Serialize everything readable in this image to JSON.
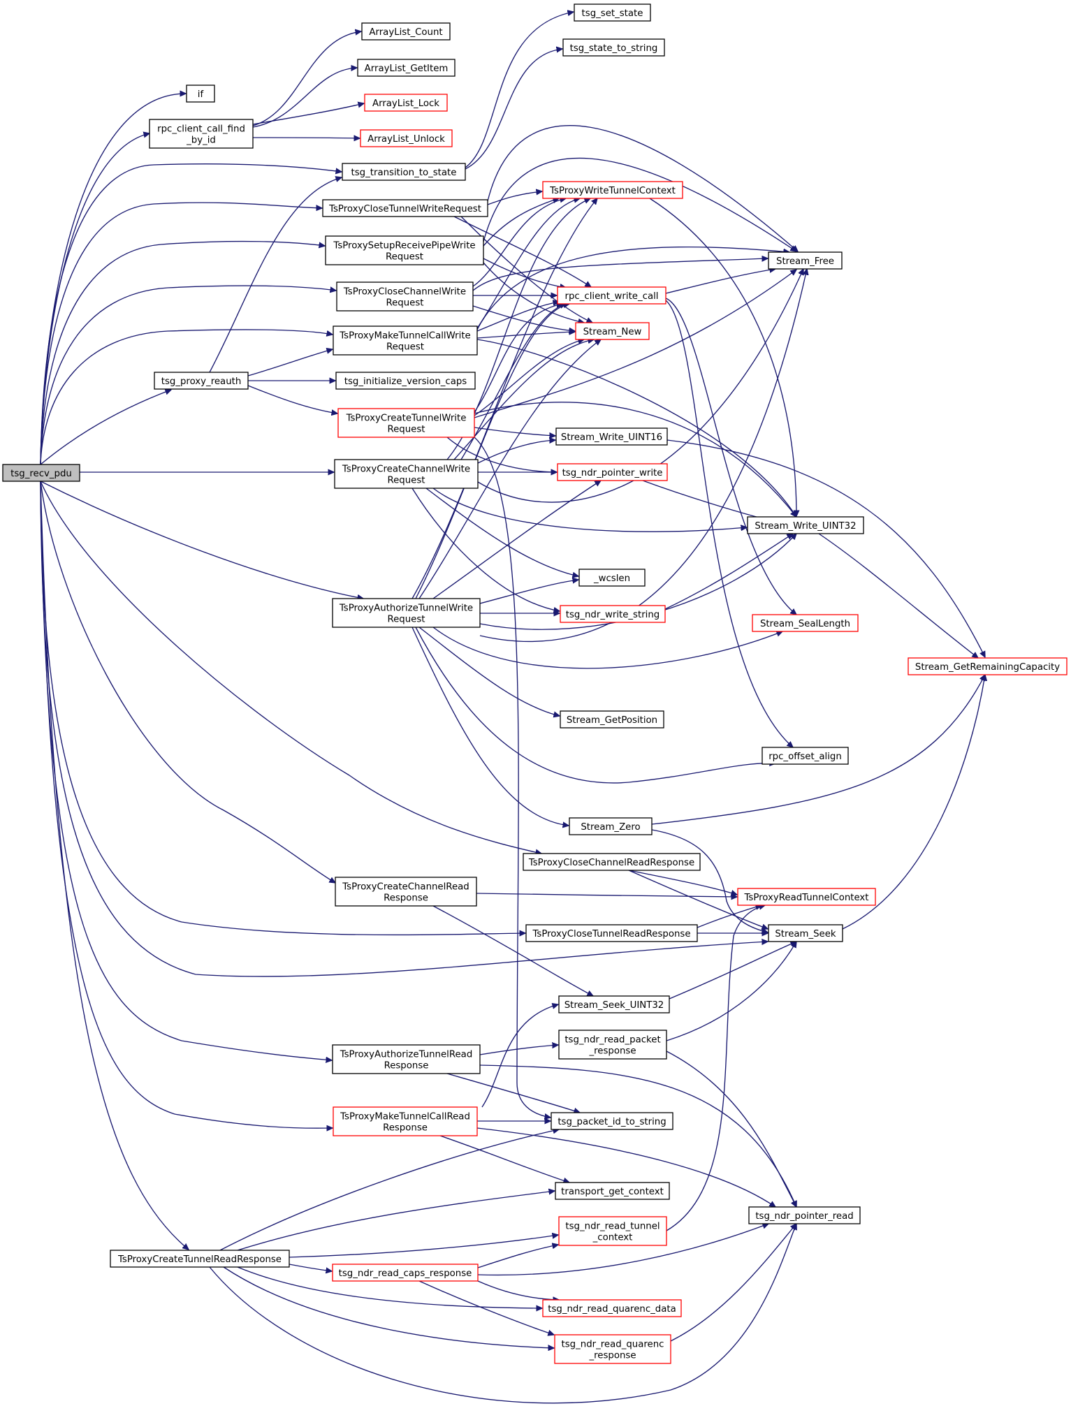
{
  "graph": {
    "title": "",
    "colors": {
      "edge": "#191970",
      "node_border": "#000000",
      "node_border_external": "#ff0000",
      "node_fill": "#ffffff",
      "focus_fill": "#bfbfbf",
      "text": "#000000"
    },
    "nodes": [
      {
        "id": "tsg_recv_pdu",
        "lines": [
          "tsg_recv_pdu"
        ],
        "kind": "focus"
      },
      {
        "id": "if",
        "lines": [
          "if"
        ],
        "kind": "normal"
      },
      {
        "id": "rpc_client_call_find_by_id",
        "lines": [
          "rpc_client_call_find",
          "_by_id"
        ],
        "kind": "normal"
      },
      {
        "id": "tsg_transition_to_state",
        "lines": [
          "tsg_transition_to_state"
        ],
        "kind": "normal"
      },
      {
        "id": "TsProxyCloseTunnelWriteRequest",
        "lines": [
          "TsProxyCloseTunnelWriteRequest"
        ],
        "kind": "normal"
      },
      {
        "id": "TsProxySetupReceivePipeWriteRequest",
        "lines": [
          "TsProxySetupReceivePipeWrite",
          "Request"
        ],
        "kind": "normal"
      },
      {
        "id": "TsProxyCloseChannelWriteRequest",
        "lines": [
          "TsProxyCloseChannelWrite",
          "Request"
        ],
        "kind": "normal"
      },
      {
        "id": "TsProxyMakeTunnelCallWriteRequest",
        "lines": [
          "TsProxyMakeTunnelCallWrite",
          "Request"
        ],
        "kind": "normal"
      },
      {
        "id": "tsg_proxy_reauth",
        "lines": [
          "tsg_proxy_reauth"
        ],
        "kind": "normal"
      },
      {
        "id": "tsg_initialize_version_caps",
        "lines": [
          "tsg_initialize_version_caps"
        ],
        "kind": "normal"
      },
      {
        "id": "TsProxyCreateTunnelWriteRequest",
        "lines": [
          "TsProxyCreateTunnelWrite",
          "Request"
        ],
        "kind": "external"
      },
      {
        "id": "TsProxyCreateChannelWriteRequest",
        "lines": [
          "TsProxyCreateChannelWrite",
          "Request"
        ],
        "kind": "normal"
      },
      {
        "id": "TsProxyAuthorizeTunnelWriteRequest",
        "lines": [
          "TsProxyAuthorizeTunnelWrite",
          "Request"
        ],
        "kind": "normal"
      },
      {
        "id": "TsProxyCreateChannelReadResponse",
        "lines": [
          "TsProxyCreateChannelRead",
          "Response"
        ],
        "kind": "normal"
      },
      {
        "id": "TsProxyAuthorizeTunnelReadResponse",
        "lines": [
          "TsProxyAuthorizeTunnelRead",
          "Response"
        ],
        "kind": "normal"
      },
      {
        "id": "TsProxyMakeTunnelCallReadResponse",
        "lines": [
          "TsProxyMakeTunnelCallRead",
          "Response"
        ],
        "kind": "external"
      },
      {
        "id": "TsProxyCreateTunnelReadResponse",
        "lines": [
          "TsProxyCreateTunnelReadResponse"
        ],
        "kind": "normal"
      },
      {
        "id": "ArrayList_Count",
        "lines": [
          "ArrayList_Count"
        ],
        "kind": "normal"
      },
      {
        "id": "ArrayList_GetItem",
        "lines": [
          "ArrayList_GetItem"
        ],
        "kind": "normal"
      },
      {
        "id": "ArrayList_Lock",
        "lines": [
          "ArrayList_Lock"
        ],
        "kind": "external"
      },
      {
        "id": "ArrayList_Unlock",
        "lines": [
          "ArrayList_Unlock"
        ],
        "kind": "external"
      },
      {
        "id": "tsg_set_state",
        "lines": [
          "tsg_set_state"
        ],
        "kind": "normal"
      },
      {
        "id": "tsg_state_to_string",
        "lines": [
          "tsg_state_to_string"
        ],
        "kind": "normal"
      },
      {
        "id": "TsProxyWriteTunnelContext",
        "lines": [
          "TsProxyWriteTunnelContext"
        ],
        "kind": "external"
      },
      {
        "id": "rpc_client_write_call",
        "lines": [
          "rpc_client_write_call"
        ],
        "kind": "external"
      },
      {
        "id": "Stream_New",
        "lines": [
          "Stream_New"
        ],
        "kind": "external"
      },
      {
        "id": "Stream_Write_UINT16",
        "lines": [
          "Stream_Write_UINT16"
        ],
        "kind": "normal"
      },
      {
        "id": "tsg_ndr_pointer_write",
        "lines": [
          "tsg_ndr_pointer_write"
        ],
        "kind": "external"
      },
      {
        "id": "_wcslen",
        "lines": [
          "_wcslen"
        ],
        "kind": "normal"
      },
      {
        "id": "tsg_ndr_write_string",
        "lines": [
          "tsg_ndr_write_string"
        ],
        "kind": "external"
      },
      {
        "id": "Stream_GetPosition",
        "lines": [
          "Stream_GetPosition"
        ],
        "kind": "normal"
      },
      {
        "id": "Stream_Zero",
        "lines": [
          "Stream_Zero"
        ],
        "kind": "normal"
      },
      {
        "id": "TsProxyCloseChannelReadResponse",
        "lines": [
          "TsProxyCloseChannelReadResponse"
        ],
        "kind": "normal"
      },
      {
        "id": "TsProxyCloseTunnelReadResponse",
        "lines": [
          "TsProxyCloseTunnelReadResponse"
        ],
        "kind": "normal"
      },
      {
        "id": "Stream_Seek_UINT32",
        "lines": [
          "Stream_Seek_UINT32"
        ],
        "kind": "normal"
      },
      {
        "id": "tsg_ndr_read_packet_response",
        "lines": [
          "tsg_ndr_read_packet",
          "_response"
        ],
        "kind": "normal"
      },
      {
        "id": "tsg_packet_id_to_string",
        "lines": [
          "tsg_packet_id_to_string"
        ],
        "kind": "normal"
      },
      {
        "id": "transport_get_context",
        "lines": [
          "transport_get_context"
        ],
        "kind": "normal"
      },
      {
        "id": "tsg_ndr_read_tunnel_context",
        "lines": [
          "tsg_ndr_read_tunnel",
          "_context"
        ],
        "kind": "external"
      },
      {
        "id": "tsg_ndr_read_caps_response",
        "lines": [
          "tsg_ndr_read_caps_response"
        ],
        "kind": "external"
      },
      {
        "id": "tsg_ndr_read_quarenc_data",
        "lines": [
          "tsg_ndr_read_quarenc_data"
        ],
        "kind": "external"
      },
      {
        "id": "tsg_ndr_read_quarenc_response",
        "lines": [
          "tsg_ndr_read_quarenc",
          "_response"
        ],
        "kind": "external"
      },
      {
        "id": "Stream_Free",
        "lines": [
          "Stream_Free"
        ],
        "kind": "normal"
      },
      {
        "id": "Stream_Write_UINT32",
        "lines": [
          "Stream_Write_UINT32"
        ],
        "kind": "normal"
      },
      {
        "id": "Stream_SealLength",
        "lines": [
          "Stream_SealLength"
        ],
        "kind": "external"
      },
      {
        "id": "rpc_offset_align",
        "lines": [
          "rpc_offset_align"
        ],
        "kind": "normal"
      },
      {
        "id": "Stream_GetRemainingCapacity",
        "lines": [
          "Stream_GetRemainingCapacity"
        ],
        "kind": "external"
      },
      {
        "id": "TsProxyReadTunnelContext",
        "lines": [
          "TsProxyReadTunnelContext"
        ],
        "kind": "external"
      },
      {
        "id": "Stream_Seek",
        "lines": [
          "Stream_Seek"
        ],
        "kind": "normal"
      },
      {
        "id": "tsg_ndr_pointer_read",
        "lines": [
          "tsg_ndr_pointer_read"
        ],
        "kind": "normal"
      }
    ],
    "edges": [
      [
        "tsg_recv_pdu",
        "if"
      ],
      [
        "tsg_recv_pdu",
        "rpc_client_call_find_by_id"
      ],
      [
        "tsg_recv_pdu",
        "tsg_transition_to_state"
      ],
      [
        "tsg_recv_pdu",
        "TsProxyCloseTunnelWriteRequest"
      ],
      [
        "tsg_recv_pdu",
        "TsProxySetupReceivePipeWriteRequest"
      ],
      [
        "tsg_recv_pdu",
        "TsProxyCloseChannelWriteRequest"
      ],
      [
        "tsg_recv_pdu",
        "TsProxyMakeTunnelCallWriteRequest"
      ],
      [
        "tsg_recv_pdu",
        "tsg_proxy_reauth"
      ],
      [
        "tsg_recv_pdu",
        "TsProxyCreateChannelWriteRequest"
      ],
      [
        "tsg_recv_pdu",
        "TsProxyAuthorizeTunnelWriteRequest"
      ],
      [
        "tsg_recv_pdu",
        "TsProxyCloseChannelReadResponse"
      ],
      [
        "tsg_recv_pdu",
        "TsProxyCreateChannelReadResponse"
      ],
      [
        "tsg_recv_pdu",
        "TsProxyCloseTunnelReadResponse"
      ],
      [
        "tsg_recv_pdu",
        "Stream_Seek"
      ],
      [
        "tsg_recv_pdu",
        "TsProxyAuthorizeTunnelReadResponse"
      ],
      [
        "tsg_recv_pdu",
        "TsProxyMakeTunnelCallReadResponse"
      ],
      [
        "tsg_recv_pdu",
        "TsProxyCreateTunnelReadResponse"
      ],
      [
        "rpc_client_call_find_by_id",
        "ArrayList_Count"
      ],
      [
        "rpc_client_call_find_by_id",
        "ArrayList_GetItem"
      ],
      [
        "rpc_client_call_find_by_id",
        "ArrayList_Lock"
      ],
      [
        "rpc_client_call_find_by_id",
        "ArrayList_Unlock"
      ],
      [
        "tsg_transition_to_state",
        "tsg_set_state"
      ],
      [
        "tsg_transition_to_state",
        "tsg_state_to_string"
      ],
      [
        "TsProxyCloseTunnelWriteRequest",
        "TsProxyWriteTunnelContext"
      ],
      [
        "TsProxyCloseTunnelWriteRequest",
        "rpc_client_write_call"
      ],
      [
        "TsProxyCloseTunnelWriteRequest",
        "Stream_Free"
      ],
      [
        "TsProxyCloseTunnelWriteRequest",
        "Stream_New"
      ],
      [
        "TsProxySetupReceivePipeWriteRequest",
        "TsProxyWriteTunnelContext"
      ],
      [
        "TsProxySetupReceivePipeWriteRequest",
        "rpc_client_write_call"
      ],
      [
        "TsProxySetupReceivePipeWriteRequest",
        "Stream_Free"
      ],
      [
        "TsProxySetupReceivePipeWriteRequest",
        "Stream_New"
      ],
      [
        "TsProxyCloseChannelWriteRequest",
        "TsProxyWriteTunnelContext"
      ],
      [
        "TsProxyCloseChannelWriteRequest",
        "rpc_client_write_call"
      ],
      [
        "TsProxyCloseChannelWriteRequest",
        "Stream_Free"
      ],
      [
        "TsProxyCloseChannelWriteRequest",
        "Stream_New"
      ],
      [
        "TsProxyMakeTunnelCallWriteRequest",
        "TsProxyWriteTunnelContext"
      ],
      [
        "TsProxyMakeTunnelCallWriteRequest",
        "rpc_client_write_call"
      ],
      [
        "TsProxyMakeTunnelCallWriteRequest",
        "Stream_Free"
      ],
      [
        "TsProxyMakeTunnelCallWriteRequest",
        "Stream_New"
      ],
      [
        "TsProxyMakeTunnelCallWriteRequest",
        "Stream_Write_UINT32"
      ],
      [
        "tsg_proxy_reauth",
        "tsg_transition_to_state"
      ],
      [
        "tsg_proxy_reauth",
        "TsProxyMakeTunnelCallWriteRequest"
      ],
      [
        "tsg_proxy_reauth",
        "tsg_initialize_version_caps"
      ],
      [
        "tsg_proxy_reauth",
        "TsProxyCreateTunnelWriteRequest"
      ],
      [
        "TsProxyCreateTunnelWriteRequest",
        "rpc_client_write_call"
      ],
      [
        "TsProxyCreateTunnelWriteRequest",
        "Stream_New"
      ],
      [
        "TsProxyCreateTunnelWriteRequest",
        "Stream_Free"
      ],
      [
        "TsProxyCreateTunnelWriteRequest",
        "Stream_Write_UINT16"
      ],
      [
        "TsProxyCreateTunnelWriteRequest",
        "tsg_ndr_pointer_write"
      ],
      [
        "TsProxyCreateTunnelWriteRequest",
        "Stream_Write_UINT32"
      ],
      [
        "TsProxyCreateTunnelWriteRequest",
        "tsg_packet_id_to_string"
      ],
      [
        "TsProxyCreateChannelWriteRequest",
        "TsProxyWriteTunnelContext"
      ],
      [
        "TsProxyCreateChannelWriteRequest",
        "rpc_client_write_call"
      ],
      [
        "TsProxyCreateChannelWriteRequest",
        "Stream_New"
      ],
      [
        "TsProxyCreateChannelWriteRequest",
        "Stream_Free"
      ],
      [
        "TsProxyCreateChannelWriteRequest",
        "Stream_Write_UINT16"
      ],
      [
        "TsProxyCreateChannelWriteRequest",
        "tsg_ndr_pointer_write"
      ],
      [
        "TsProxyCreateChannelWriteRequest",
        "Stream_Write_UINT32"
      ],
      [
        "TsProxyCreateChannelWriteRequest",
        "_wcslen"
      ],
      [
        "TsProxyCreateChannelWriteRequest",
        "tsg_ndr_write_string"
      ],
      [
        "TsProxyAuthorizeTunnelWriteRequest",
        "TsProxyWriteTunnelContext"
      ],
      [
        "TsProxyAuthorizeTunnelWriteRequest",
        "rpc_client_write_call"
      ],
      [
        "TsProxyAuthorizeTunnelWriteRequest",
        "Stream_New"
      ],
      [
        "TsProxyAuthorizeTunnelWriteRequest",
        "Stream_Free"
      ],
      [
        "TsProxyAuthorizeTunnelWriteRequest",
        "tsg_ndr_pointer_write"
      ],
      [
        "TsProxyAuthorizeTunnelWriteRequest",
        "_wcslen"
      ],
      [
        "TsProxyAuthorizeTunnelWriteRequest",
        "tsg_ndr_write_string"
      ],
      [
        "TsProxyAuthorizeTunnelWriteRequest",
        "Stream_Write_UINT32"
      ],
      [
        "TsProxyAuthorizeTunnelWriteRequest",
        "Stream_SealLength"
      ],
      [
        "TsProxyAuthorizeTunnelWriteRequest",
        "Stream_GetPosition"
      ],
      [
        "TsProxyAuthorizeTunnelWriteRequest",
        "rpc_offset_align"
      ],
      [
        "TsProxyAuthorizeTunnelWriteRequest",
        "Stream_Zero"
      ],
      [
        "TsProxyWriteTunnelContext",
        "Stream_Write_UINT32"
      ],
      [
        "rpc_client_write_call",
        "Stream_Free"
      ],
      [
        "rpc_client_write_call",
        "Stream_SealLength"
      ],
      [
        "rpc_client_write_call",
        "rpc_offset_align"
      ],
      [
        "Stream_Write_UINT16",
        "Stream_GetRemainingCapacity"
      ],
      [
        "tsg_ndr_pointer_write",
        "Stream_Write_UINT32"
      ],
      [
        "tsg_ndr_write_string",
        "Stream_Write_UINT32"
      ],
      [
        "Stream_Write_UINT32",
        "Stream_GetRemainingCapacity"
      ],
      [
        "Stream_Zero",
        "Stream_GetRemainingCapacity"
      ],
      [
        "Stream_Zero",
        "Stream_Seek"
      ],
      [
        "TsProxyCloseChannelReadResponse",
        "TsProxyReadTunnelContext"
      ],
      [
        "TsProxyCloseChannelReadResponse",
        "Stream_Seek"
      ],
      [
        "TsProxyCreateChannelReadResponse",
        "TsProxyReadTunnelContext"
      ],
      [
        "TsProxyCreateChannelReadResponse",
        "Stream_Seek_UINT32"
      ],
      [
        "TsProxyCloseTunnelReadResponse",
        "TsProxyReadTunnelContext"
      ],
      [
        "TsProxyCloseTunnelReadResponse",
        "Stream_Seek"
      ],
      [
        "Stream_Seek",
        "Stream_GetRemainingCapacity"
      ],
      [
        "Stream_Seek_UINT32",
        "Stream_Seek"
      ],
      [
        "TsProxyAuthorizeTunnelReadResponse",
        "tsg_ndr_read_packet_response"
      ],
      [
        "TsProxyAuthorizeTunnelReadResponse",
        "tsg_packet_id_to_string"
      ],
      [
        "TsProxyAuthorizeTunnelReadResponse",
        "tsg_ndr_pointer_read"
      ],
      [
        "tsg_ndr_read_packet_response",
        "Stream_Seek"
      ],
      [
        "tsg_ndr_read_packet_response",
        "tsg_ndr_pointer_read"
      ],
      [
        "TsProxyMakeTunnelCallReadResponse",
        "Stream_Seek_UINT32"
      ],
      [
        "TsProxyMakeTunnelCallReadResponse",
        "tsg_packet_id_to_string"
      ],
      [
        "TsProxyMakeTunnelCallReadResponse",
        "transport_get_context"
      ],
      [
        "TsProxyMakeTunnelCallReadResponse",
        "tsg_ndr_pointer_read"
      ],
      [
        "TsProxyCreateTunnelReadResponse",
        "tsg_packet_id_to_string"
      ],
      [
        "TsProxyCreateTunnelReadResponse",
        "transport_get_context"
      ],
      [
        "TsProxyCreateTunnelReadResponse",
        "tsg_ndr_read_tunnel_context"
      ],
      [
        "TsProxyCreateTunnelReadResponse",
        "tsg_ndr_read_caps_response"
      ],
      [
        "TsProxyCreateTunnelReadResponse",
        "tsg_ndr_read_quarenc_data"
      ],
      [
        "TsProxyCreateTunnelReadResponse",
        "tsg_ndr_read_quarenc_response"
      ],
      [
        "TsProxyCreateTunnelReadResponse",
        "tsg_ndr_pointer_read"
      ],
      [
        "tsg_ndr_read_tunnel_context",
        "TsProxyReadTunnelContext"
      ],
      [
        "tsg_ndr_read_caps_response",
        "tsg_ndr_read_tunnel_context"
      ],
      [
        "tsg_ndr_read_caps_response",
        "tsg_ndr_pointer_read"
      ],
      [
        "tsg_ndr_read_caps_response",
        "tsg_ndr_read_quarenc_data"
      ],
      [
        "tsg_ndr_read_caps_response",
        "tsg_ndr_read_quarenc_response"
      ],
      [
        "tsg_ndr_read_quarenc_response",
        "tsg_ndr_pointer_read"
      ]
    ]
  }
}
